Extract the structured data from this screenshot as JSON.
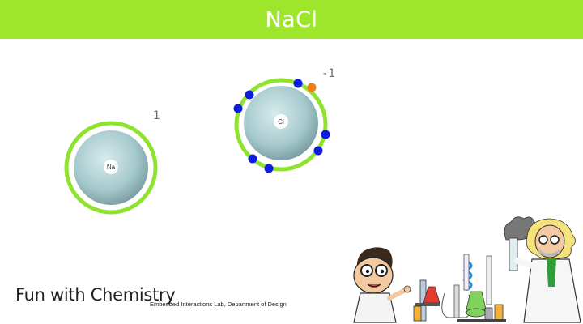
{
  "header": {
    "title": "NaCl",
    "color": "#9ee62b"
  },
  "atoms": [
    {
      "symbol": "Na",
      "charge": "1",
      "electrons": 0
    },
    {
      "symbol": "Cl",
      "charge": "-1",
      "electrons": 8,
      "transferred_electrons": 1
    }
  ],
  "footer": {
    "title": "Fun with Chemistry",
    "subtitle": "Embedded Interactions Lab, Department of Design"
  },
  "colors": {
    "shell": "#8fe22d",
    "nucleus": "#a9cdd0",
    "electron": "#0d1ee0",
    "transferred_electron": "#f07c12",
    "charge_text": "#6d6d6d"
  },
  "icons": [
    "scientist-boy-icon",
    "lab-glassware-icon",
    "scientist-professor-icon"
  ]
}
